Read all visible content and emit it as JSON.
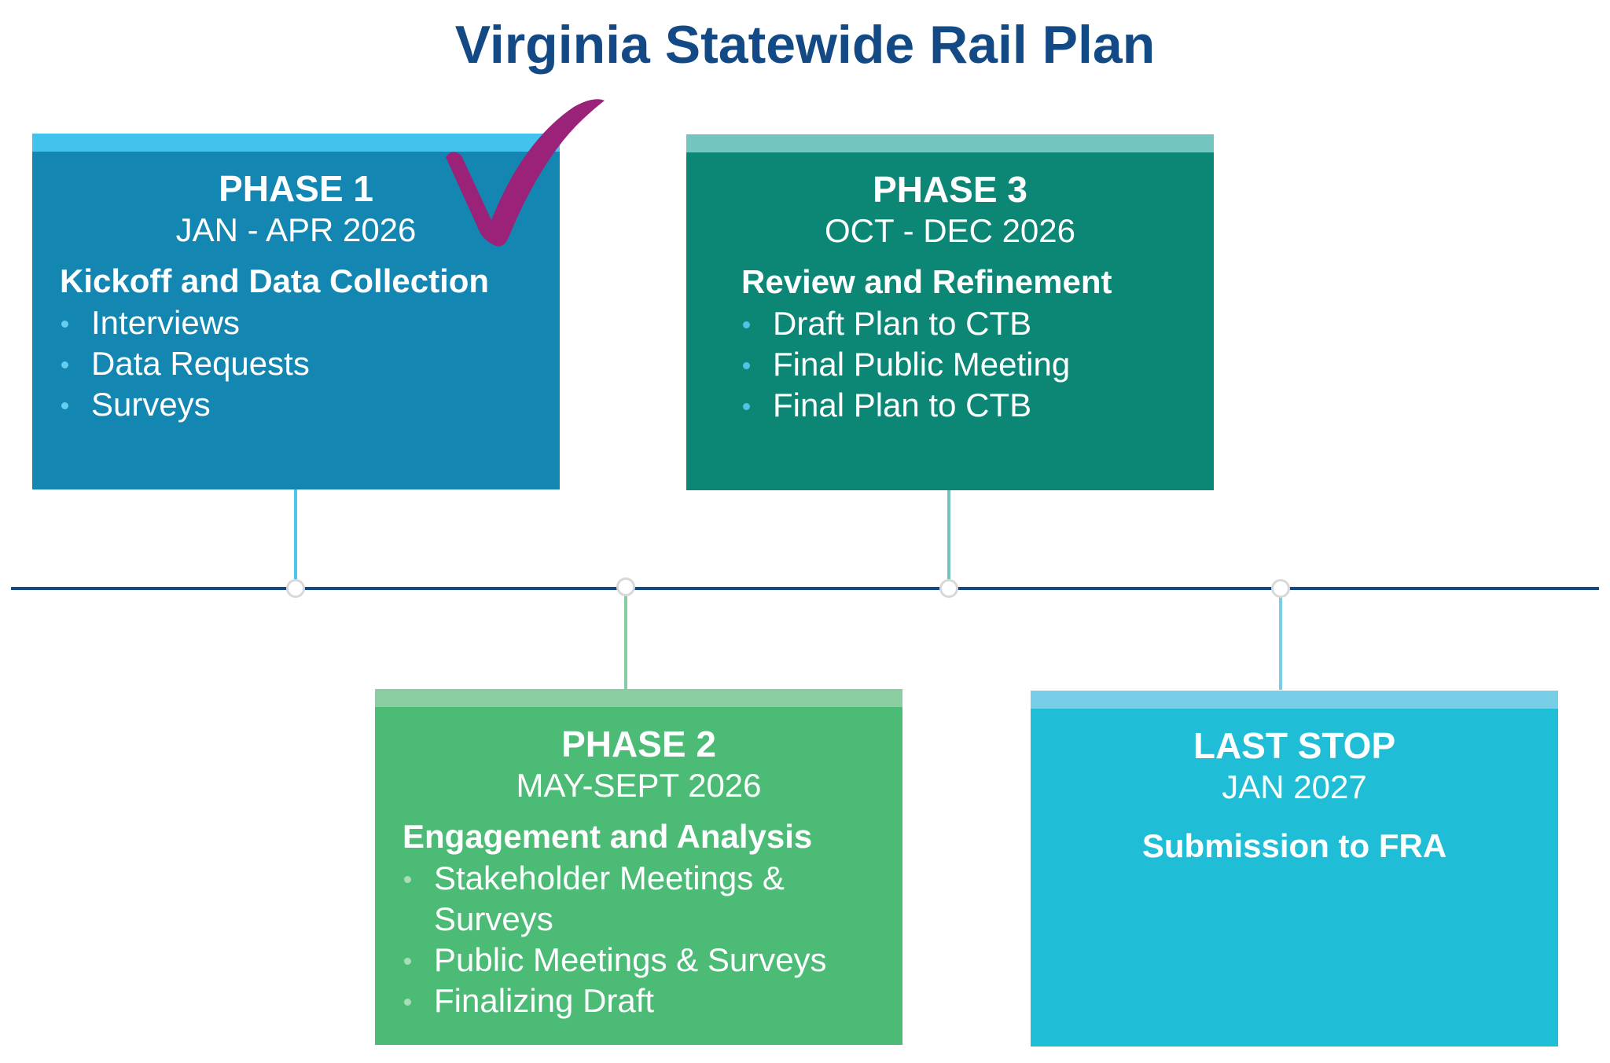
{
  "title": "Virginia Statewide Rail Plan",
  "colors": {
    "title": "#134A85",
    "timeline": "#134A85",
    "node_border": "#D8D8D8",
    "checkmark": "#9B2279"
  },
  "icons": {
    "checkmark": "checkmark-icon"
  },
  "phases": [
    {
      "phase": "PHASE 1",
      "dates": "JAN - APR 2026",
      "subtitle": "Kickoff and Data Collection",
      "items": [
        "Interviews",
        "Data Requests",
        "Surveys"
      ],
      "colors": {
        "body": "#1386B2",
        "band": "#41C3EE",
        "bullet": "#63CDF2",
        "connector": "#4BC6EE"
      },
      "completed": true
    },
    {
      "phase": "PHASE 2",
      "dates": "MAY-SEPT 2026",
      "subtitle": "Engagement and Analysis",
      "items": [
        "Stakeholder Meetings &\nSurveys",
        "Public Meetings & Surveys",
        "Finalizing Draft"
      ],
      "colors": {
        "body": "#4CBB76",
        "band": "#8ACDA0",
        "bullet": "#A9DDB8",
        "connector": "#87CBA3"
      }
    },
    {
      "phase": "PHASE 3",
      "dates": "OCT - DEC 2026",
      "subtitle": "Review and Refinement",
      "items": [
        "Draft Plan to CTB",
        "Final Public Meeting",
        "Final Plan to CTB"
      ],
      "colors": {
        "body": "#0D8775",
        "band": "#73C6BF",
        "bullet": "#4FC4EA",
        "connector": "#73C6BF"
      }
    },
    {
      "phase": "LAST STOP",
      "dates": "JAN 2027",
      "subtitle": "Submission to FRA",
      "items": [],
      "colors": {
        "body": "#20BED6",
        "band": "#78CEE6",
        "bullet": "#78CEE6",
        "connector": "#78CEE6"
      }
    }
  ]
}
